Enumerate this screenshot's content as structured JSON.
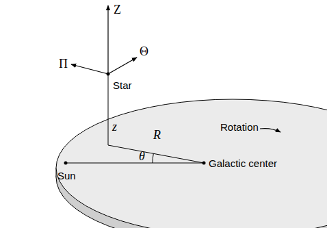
{
  "diagram": {
    "labels": [
      "Z",
      "Π",
      "Θ",
      "Star",
      "z",
      "R",
      "Rotation",
      "θ",
      "Sun",
      "Galactic center"
    ]
  }
}
